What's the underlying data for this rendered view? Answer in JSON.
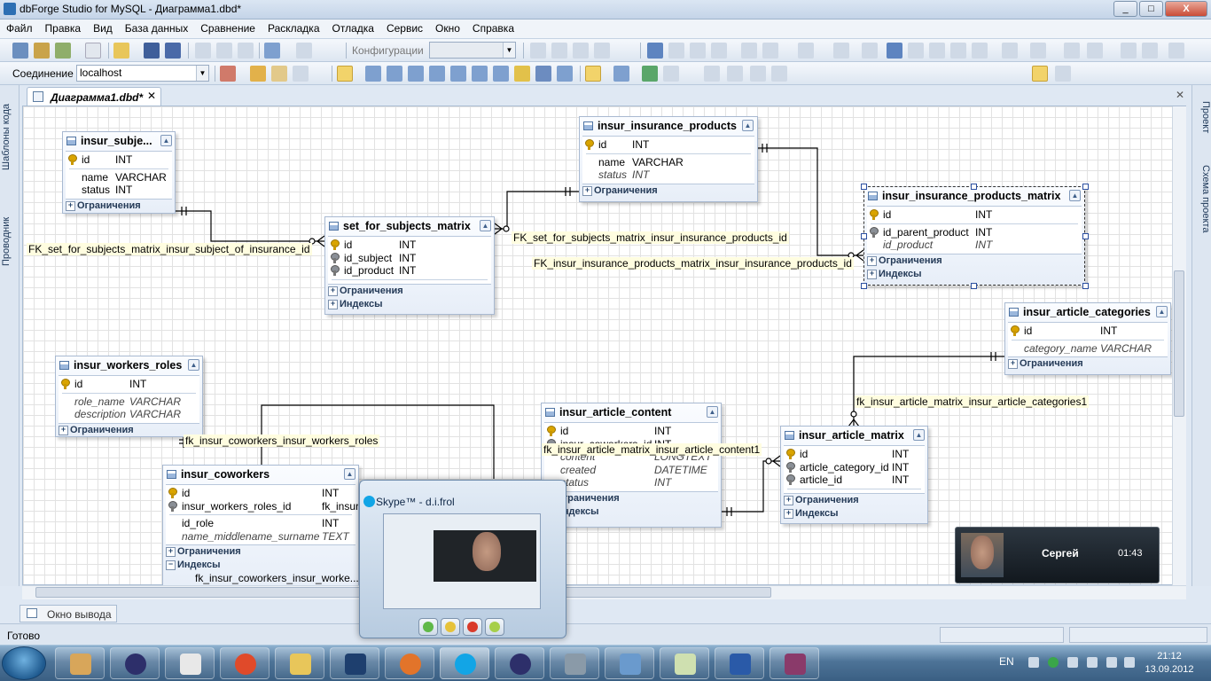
{
  "window": {
    "title": "dbForge Studio for MySQL - Диаграмма1.dbd*",
    "min": "_",
    "max": "□",
    "close": "X"
  },
  "menu": [
    "Файл",
    "Правка",
    "Вид",
    "База данных",
    "Сравнение",
    "Раскладка",
    "Отладка",
    "Сервис",
    "Окно",
    "Справка"
  ],
  "toolbar1": {
    "config_label": "Конфигурации",
    "config_value": ""
  },
  "toolbar2": {
    "connection_label": "Соединение",
    "connection_value": "localhost"
  },
  "left_panels": [
    "Шаблоны кода",
    "Проводник"
  ],
  "right_panels": [
    "Проект",
    "Схема проекта"
  ],
  "document_tab": {
    "label": "Диаграмма1.dbd*",
    "close": "✕"
  },
  "sections": {
    "constraints": "Ограничения",
    "indexes": "Индексы"
  },
  "entities": {
    "subjects": {
      "name": "insur_subje...",
      "cols": [
        {
          "n": "id",
          "t": "INT"
        },
        {
          "n": "name",
          "t": "VARCHAR"
        },
        {
          "n": "status",
          "t": "INT"
        }
      ]
    },
    "products": {
      "name": "insur_insurance_products",
      "cols": [
        {
          "n": "id",
          "t": "INT"
        },
        {
          "n": "name",
          "t": "VARCHAR"
        },
        {
          "n": "status",
          "t": "INT"
        }
      ]
    },
    "sfsm": {
      "name": "set_for_subjects_matrix",
      "cols": [
        {
          "n": "id",
          "t": "INT"
        },
        {
          "n": "id_subject",
          "t": "INT"
        },
        {
          "n": "id_product",
          "t": "INT"
        }
      ]
    },
    "ipm": {
      "name": "insur_insurance_products_matrix",
      "cols": [
        {
          "n": "id",
          "t": "INT"
        },
        {
          "n": "id_parent_product",
          "t": "INT"
        },
        {
          "n": "id_product",
          "t": "INT"
        }
      ]
    },
    "cats": {
      "name": "insur_article_categories",
      "cols": [
        {
          "n": "id",
          "t": "INT"
        },
        {
          "n": "category_name",
          "t": "VARCHAR"
        }
      ]
    },
    "roles": {
      "name": "insur_workers_roles",
      "cols": [
        {
          "n": "id",
          "t": "INT"
        },
        {
          "n": "role_name",
          "t": "VARCHAR"
        },
        {
          "n": "description",
          "t": "VARCHAR"
        }
      ]
    },
    "content": {
      "name": "insur_article_content",
      "cols": [
        {
          "n": "id",
          "t": "INT"
        },
        {
          "n": "insur_coworkers_id",
          "t": "INT"
        },
        {
          "n": "content",
          "t": "LONGTEXT"
        },
        {
          "n": "created",
          "t": "DATETIME"
        },
        {
          "n": "status",
          "t": "INT"
        }
      ]
    },
    "coworkers": {
      "name": "insur_coworkers",
      "cols": [
        {
          "n": "id",
          "t": "INT"
        },
        {
          "n": "insur_workers_roles_id",
          "t": "fk_insur..."
        },
        {
          "n": "id_role",
          "t": "INT"
        },
        {
          "n": "name_middlename_surname",
          "t": "TEXT"
        }
      ],
      "index": "fk_insur_coworkers_insur_worke..."
    },
    "matrix": {
      "name": "insur_article_matrix",
      "cols": [
        {
          "n": "id",
          "t": "INT"
        },
        {
          "n": "article_category_id",
          "t": "INT"
        },
        {
          "n": "article_id",
          "t": "INT"
        }
      ]
    }
  },
  "relations": {
    "r1": "FK_set_for_subjects_matrix_insur_subject_of_insurance_id",
    "r2": "FK_set_for_subjects_matrix_insur_insurance_products_id",
    "r3": "FK_insur_insurance_products_matrix_insur_insurance_products_id",
    "r4": "fk_insur_article_matrix_insur_article_categories1",
    "r5": "fk_insur_coworkers_insur_workers_roles",
    "r6": "fk_insur_article_matrix_insur_article_content1"
  },
  "skype_preview": {
    "title": "Skype™ - d.i.frol"
  },
  "call": {
    "name": "Сергей",
    "time": "01:43"
  },
  "output_tab": "Окно вывода",
  "status": "Готово",
  "tray": {
    "lang": "EN",
    "time": "21:12",
    "date": "13.09.2012"
  }
}
